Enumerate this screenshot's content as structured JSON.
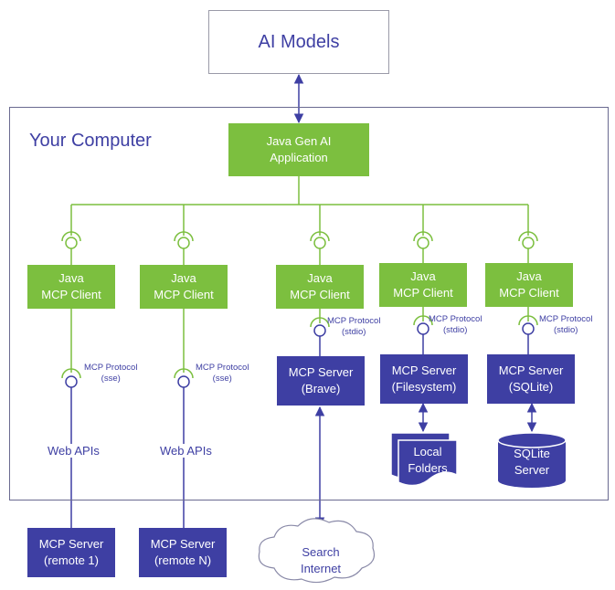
{
  "ai_models": {
    "label": "AI Models"
  },
  "computer": {
    "title": "Your Computer"
  },
  "app": {
    "line1": "Java Gen AI",
    "line2": "Application"
  },
  "clients": [
    {
      "line1": "Java",
      "line2": "MCP Client"
    },
    {
      "line1": "Java",
      "line2": "MCP Client"
    },
    {
      "line1": "Java",
      "line2": "MCP Client"
    },
    {
      "line1": "Java",
      "line2": "MCP Client"
    },
    {
      "line1": "Java",
      "line2": "MCP Client"
    }
  ],
  "protocols": [
    {
      "line1": "MCP Protocol",
      "line2": "(sse)"
    },
    {
      "line1": "MCP Protocol",
      "line2": "(sse)"
    },
    {
      "line1": "MCP Protocol",
      "line2": "(stdio)"
    },
    {
      "line1": "MCP Protocol",
      "line2": "(stdio)"
    },
    {
      "line1": "MCP Protocol",
      "line2": "(stdio)"
    }
  ],
  "web_apis": [
    "Web APIs",
    "Web APIs"
  ],
  "local_servers": [
    {
      "line1": "MCP Server",
      "line2": "(Brave)"
    },
    {
      "line1": "MCP Server",
      "line2": "(Filesystem)"
    },
    {
      "line1": "MCP Server",
      "line2": "(SQLite)"
    }
  ],
  "remote_servers": [
    {
      "line1": "MCP Server",
      "line2": "(remote 1)"
    },
    {
      "line1": "MCP Server",
      "line2": "(remote N)"
    }
  ],
  "folders": {
    "line1": "Local",
    "line2": "Folders"
  },
  "database": {
    "line1": "SQLite",
    "line2": "Server"
  },
  "cloud": {
    "line1": "Search",
    "line2": "Internet"
  },
  "colors": {
    "green": "#7cbf3f",
    "blue": "#3e3fa3",
    "frame": "#6a6a90"
  }
}
